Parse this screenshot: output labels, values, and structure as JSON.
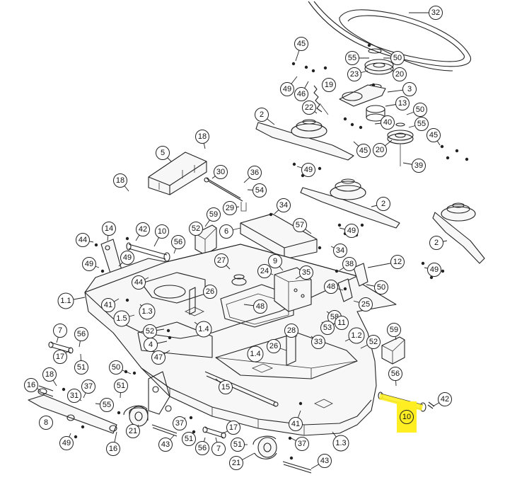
{
  "highlight_color": "#ffee22",
  "callouts": [
    {
      "label": "32"
    },
    {
      "label": "45"
    },
    {
      "label": "55"
    },
    {
      "label": "50"
    },
    {
      "label": "23"
    },
    {
      "label": "20"
    },
    {
      "label": "49"
    },
    {
      "label": "46"
    },
    {
      "label": "19"
    },
    {
      "label": "3"
    },
    {
      "label": "22"
    },
    {
      "label": "13"
    },
    {
      "label": "50"
    },
    {
      "label": "2"
    },
    {
      "label": "40"
    },
    {
      "label": "55"
    },
    {
      "label": "45"
    },
    {
      "label": "45"
    },
    {
      "label": "20"
    },
    {
      "label": "39"
    },
    {
      "label": "18"
    },
    {
      "label": "5"
    },
    {
      "label": "49"
    },
    {
      "label": "18"
    },
    {
      "label": "30"
    },
    {
      "label": "36"
    },
    {
      "label": "54"
    },
    {
      "label": "2"
    },
    {
      "label": "29"
    },
    {
      "label": "34"
    },
    {
      "label": "59"
    },
    {
      "label": "6"
    },
    {
      "label": "57"
    },
    {
      "label": "49"
    },
    {
      "label": "2"
    },
    {
      "label": "14"
    },
    {
      "label": "42"
    },
    {
      "label": "10"
    },
    {
      "label": "52"
    },
    {
      "label": "44"
    },
    {
      "label": "56"
    },
    {
      "label": "49"
    },
    {
      "label": "49"
    },
    {
      "label": "34"
    },
    {
      "label": "27"
    },
    {
      "label": "9"
    },
    {
      "label": "12"
    },
    {
      "label": "24"
    },
    {
      "label": "35"
    },
    {
      "label": "38"
    },
    {
      "label": "49"
    },
    {
      "label": "44"
    },
    {
      "label": "26"
    },
    {
      "label": "1.1"
    },
    {
      "label": "41"
    },
    {
      "label": "1.3"
    },
    {
      "label": "48"
    },
    {
      "label": "48"
    },
    {
      "label": "50"
    },
    {
      "label": "1.5"
    },
    {
      "label": "25"
    },
    {
      "label": "58"
    },
    {
      "label": "1.4"
    },
    {
      "label": "11"
    },
    {
      "label": "52"
    },
    {
      "label": "53"
    },
    {
      "label": "4"
    },
    {
      "label": "28"
    },
    {
      "label": "1.2"
    },
    {
      "label": "59"
    },
    {
      "label": "7"
    },
    {
      "label": "47"
    },
    {
      "label": "33"
    },
    {
      "label": "56"
    },
    {
      "label": "17"
    },
    {
      "label": "26"
    },
    {
      "label": "1.4"
    },
    {
      "label": "52"
    },
    {
      "label": "51"
    },
    {
      "label": "50"
    },
    {
      "label": "56"
    },
    {
      "label": "18"
    },
    {
      "label": "15"
    },
    {
      "label": "16"
    },
    {
      "label": "37"
    },
    {
      "label": "51"
    },
    {
      "label": "31"
    },
    {
      "label": "55"
    },
    {
      "label": "42"
    },
    {
      "label": "8"
    },
    {
      "label": "21"
    },
    {
      "label": "37"
    },
    {
      "label": "41"
    },
    {
      "label": "10",
      "highlighted": true
    },
    {
      "label": "51"
    },
    {
      "label": "17"
    },
    {
      "label": "49"
    },
    {
      "label": "16"
    },
    {
      "label": "43"
    },
    {
      "label": "56"
    },
    {
      "label": "7"
    },
    {
      "label": "37"
    },
    {
      "label": "1.3"
    },
    {
      "label": "51"
    },
    {
      "label": "21"
    },
    {
      "label": "43"
    }
  ]
}
